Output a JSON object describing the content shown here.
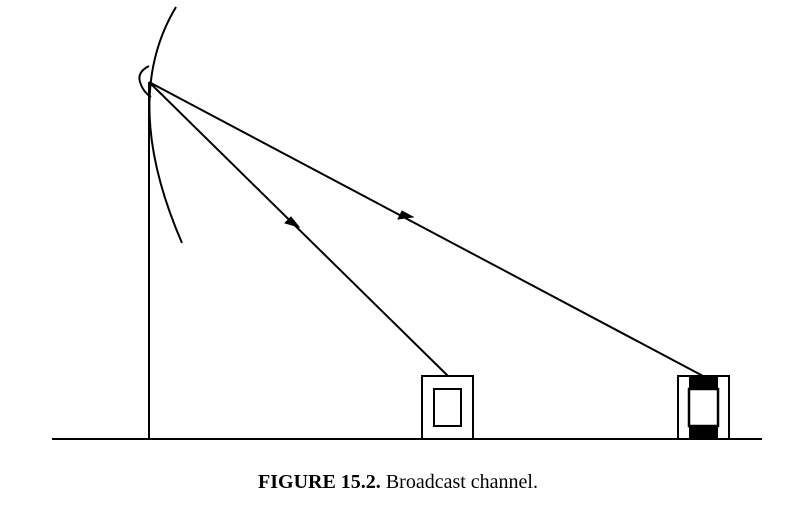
{
  "caption": {
    "label": "FIGURE 15.2.",
    "text": " Broadcast channel."
  },
  "diagram": {
    "nodes": [
      {
        "id": "transmitter",
        "type": "broadcast antenna on mast"
      },
      {
        "id": "receiver-1",
        "type": "receiver box"
      },
      {
        "id": "receiver-2",
        "type": "receiver box with filled bands"
      }
    ],
    "edges": [
      {
        "from": "transmitter",
        "to": "receiver-1",
        "directed": true
      },
      {
        "from": "transmitter",
        "to": "receiver-2",
        "directed": true
      }
    ],
    "colors": {
      "stroke": "#000000",
      "background": "#ffffff"
    }
  }
}
